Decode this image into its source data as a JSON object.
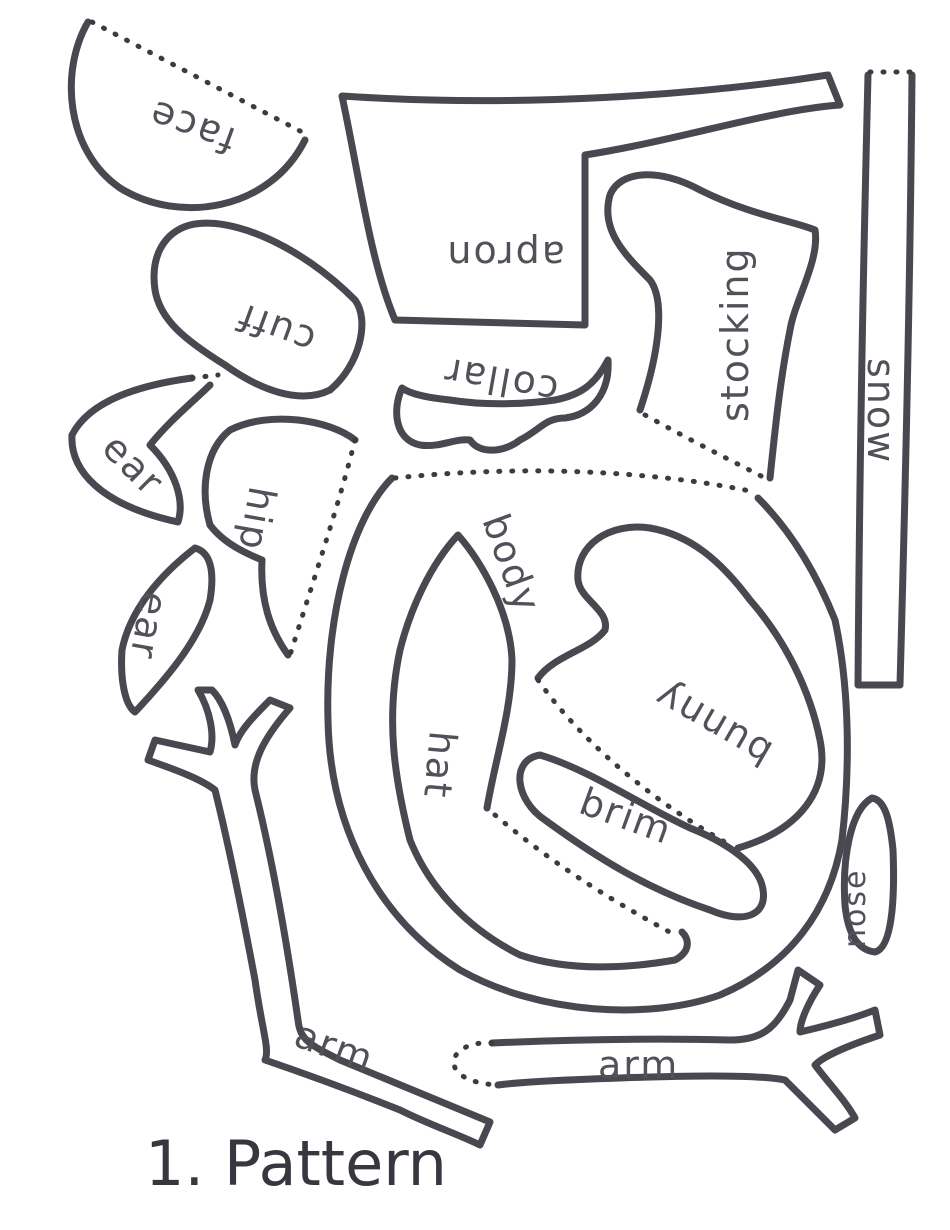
{
  "title": "1. Pattern",
  "pieces": {
    "face": "face",
    "apron": "apron",
    "cuff": "cuff",
    "collar": "collar",
    "stocking": "stocking",
    "snow": "snow",
    "ear_upper": "ear",
    "ear_lower": "ear",
    "hip": "hip",
    "body": "body",
    "bunny": "bunny",
    "hat": "hat",
    "brim": "brim",
    "nose": "nose",
    "arm_left": "arm",
    "arm_right": "arm"
  }
}
